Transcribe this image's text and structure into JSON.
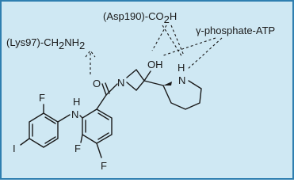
{
  "diagram": {
    "labels": {
      "lys": "(Lys97)-CH",
      "lys_sub": "2",
      "lys_tail": "NH",
      "lys_sub2": "2",
      "asp": "(Asp190)-CO",
      "asp_sub": "2",
      "asp_tail": "H",
      "atp": "γ-phosphate-ATP",
      "oh": "OH",
      "h_pip": "H",
      "n_pip": "N",
      "n_aze": "N",
      "o_carbonyl": "O",
      "h_amine": "H",
      "n_amine": "N",
      "f_top": "F",
      "i_left": "I",
      "f_ring1": "F",
      "f_ring2": "F"
    },
    "colors": {
      "frame": "#2f7fb0",
      "background": "#cfe8f3",
      "ink": "#1a1a1a"
    }
  }
}
